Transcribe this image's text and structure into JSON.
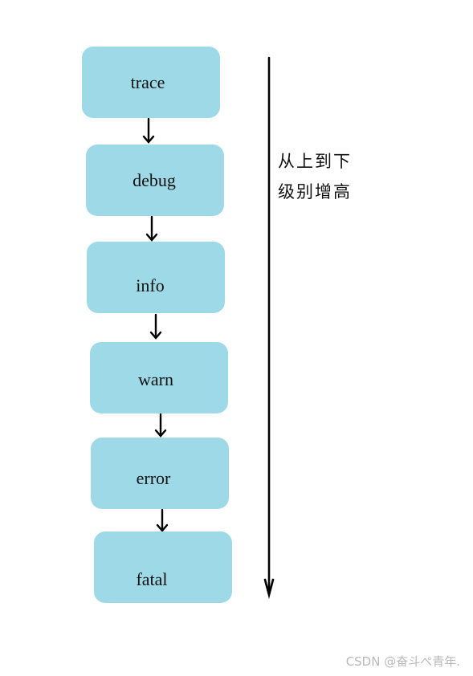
{
  "levels": [
    "trace",
    "debug",
    "info",
    "warn",
    "error",
    "fatal"
  ],
  "side_note": {
    "line1": "从上到下",
    "line2": "级别增高"
  },
  "watermark": "CSDN @奋斗ぺ青年.",
  "colors": {
    "box_fill": "#9ed9e8",
    "arrow": "#000000",
    "watermark": "#b9b9b9"
  }
}
